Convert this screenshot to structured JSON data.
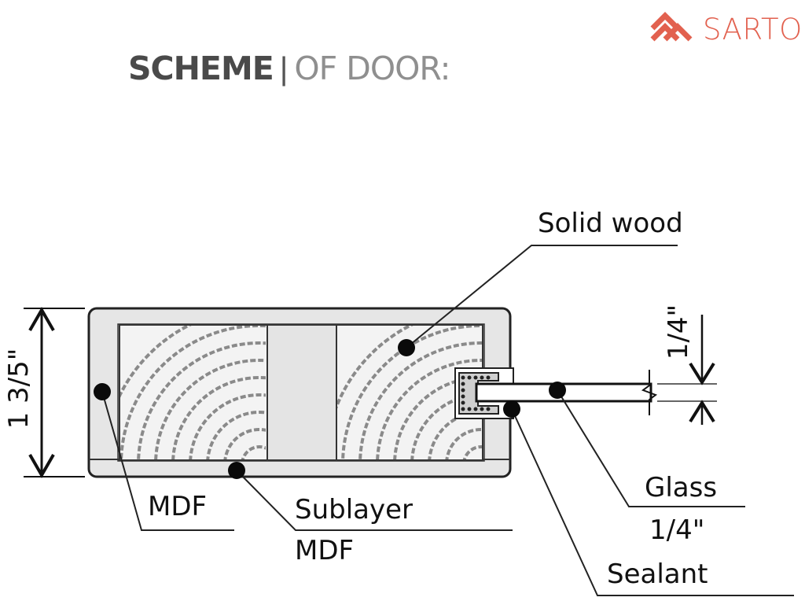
{
  "brand": {
    "name": "SARTO",
    "color": "#e2614f",
    "icon": "sarto-logo-icon"
  },
  "title": {
    "bold": "SCHEME",
    "separator": "|",
    "light": "OF DOOR:"
  },
  "labels": {
    "solid_wood": "Solid wood",
    "mdf": "MDF",
    "sublayer_line1": "Sublayer",
    "sublayer_line2": "MDF",
    "glass": "Glass",
    "glass_thickness": "1/4\"",
    "sealant": "Sealant",
    "door_thickness": "1 3/5\"",
    "glass_dim": "1/4\""
  }
}
